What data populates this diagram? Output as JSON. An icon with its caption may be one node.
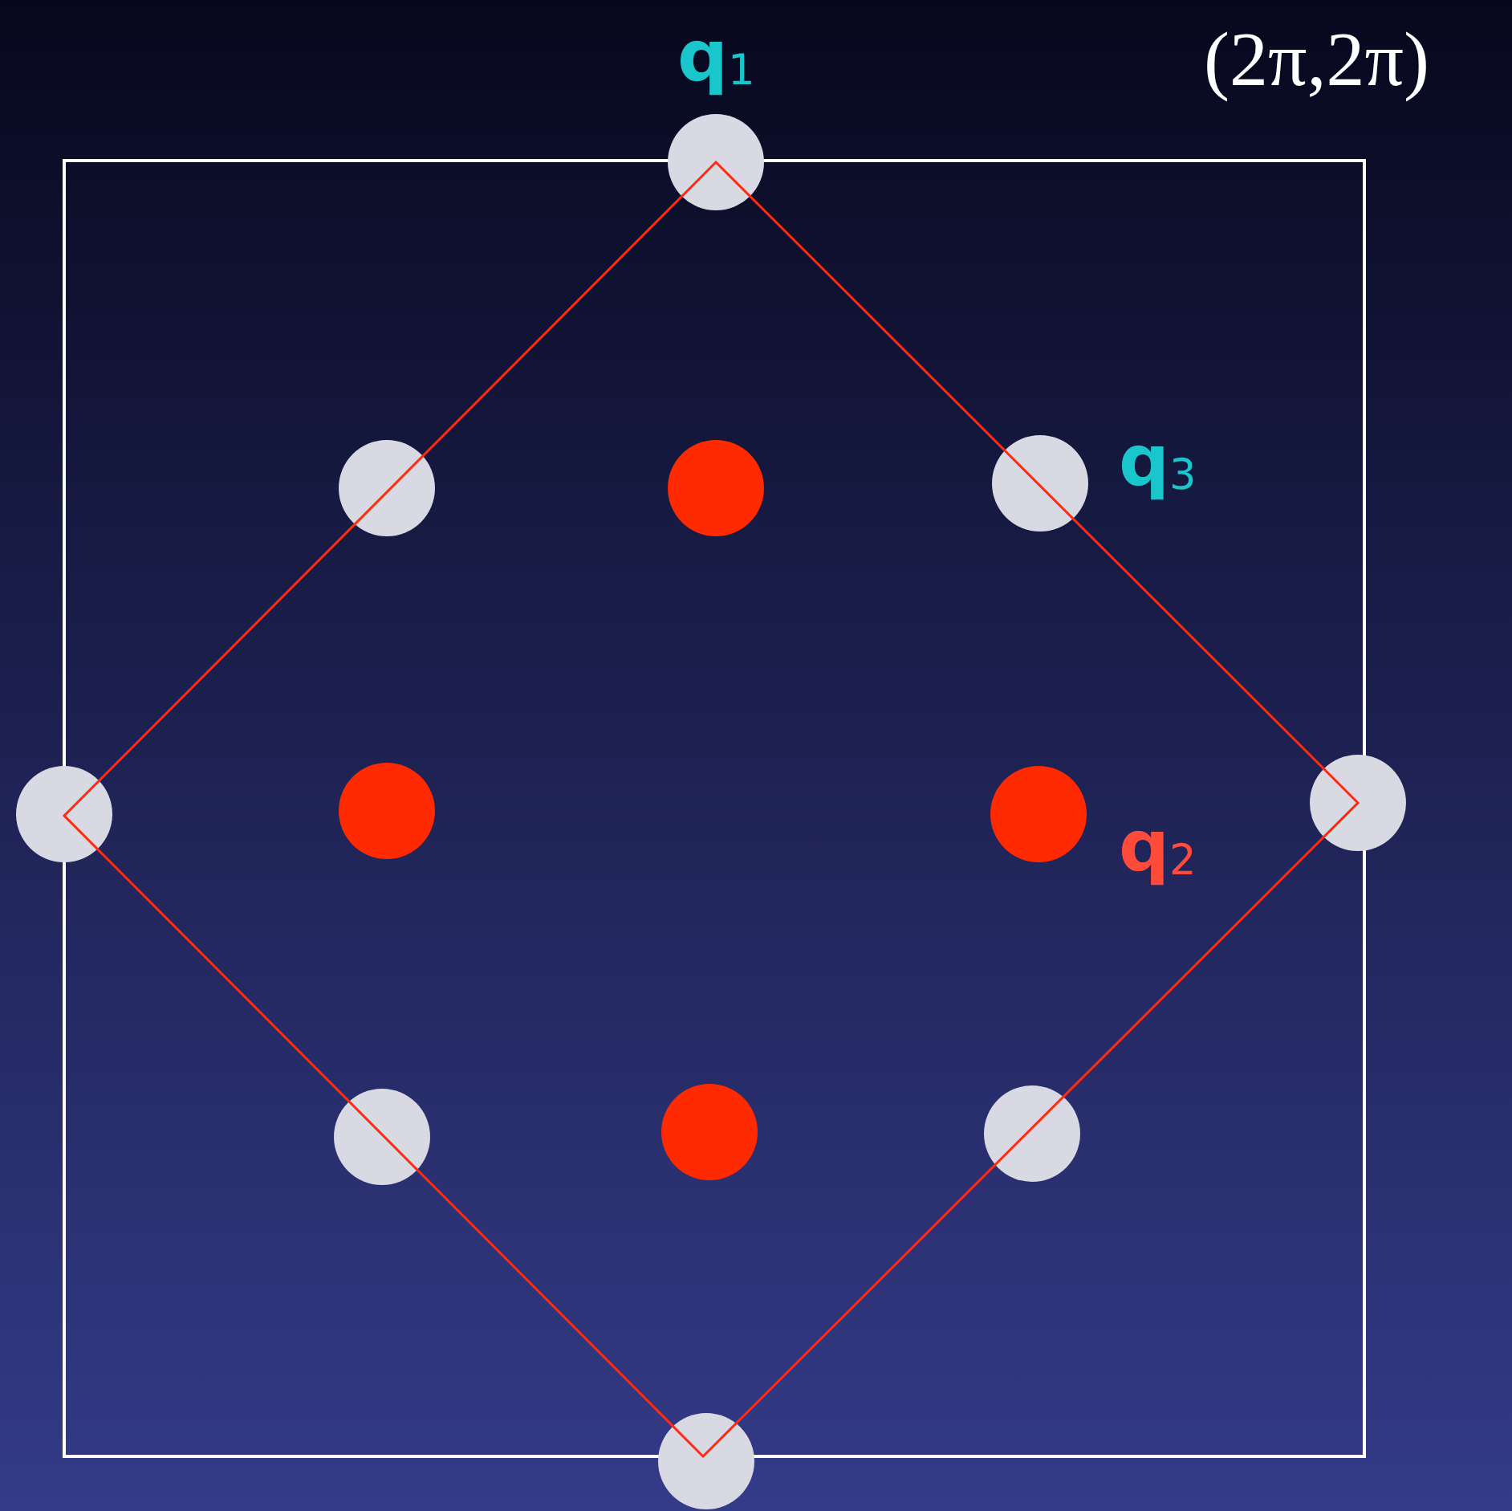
{
  "diagram": {
    "labels": [
      "(2π,2π)",
      "q$_{1}$",
      "q$_{3}$",
      "q$_{2}$"
    ]
  }
}
